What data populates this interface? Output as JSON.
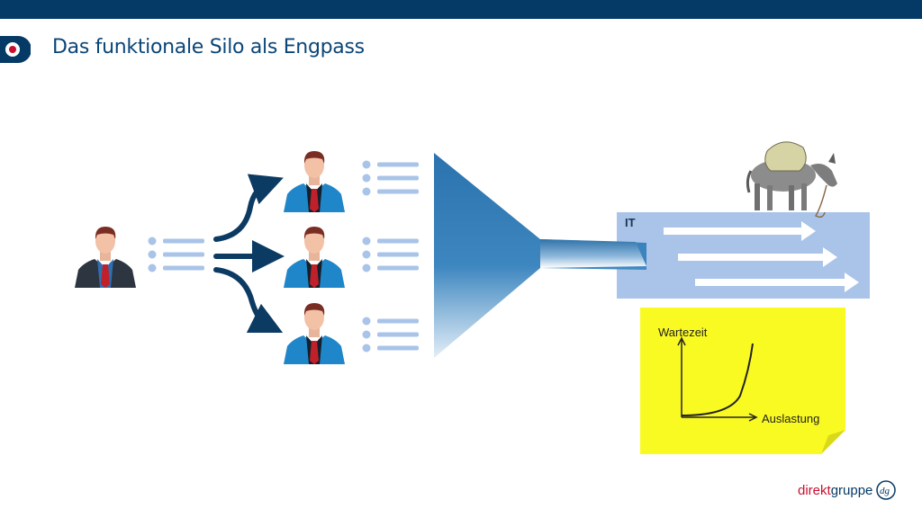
{
  "slide": {
    "title": "Das funktionale Silo als Engpass",
    "it_label": "IT",
    "chart_note": {
      "y_label": "Wartezeit",
      "x_label": "Auslastung"
    },
    "brand": {
      "part1": "direkt",
      "part2": "gruppe",
      "mark": "dg"
    }
  },
  "colors": {
    "header_bar": "#063a66",
    "title": "#0b4678",
    "list_lines": "#a9c4e8",
    "it_block": "#a9c4e8",
    "sticky_note": "#fafa23",
    "funnel": "#2b73ae",
    "arrows": "#0b3a63",
    "suit_blue": "#1f86c9",
    "suit_dark": "#2c3540",
    "tie": "#c0202a",
    "brand_red": "#c8102e"
  },
  "icons": [
    "logo-icon",
    "manager-icon",
    "employee-icon",
    "funnel-icon",
    "donkey-icon",
    "arrow-icon"
  ]
}
